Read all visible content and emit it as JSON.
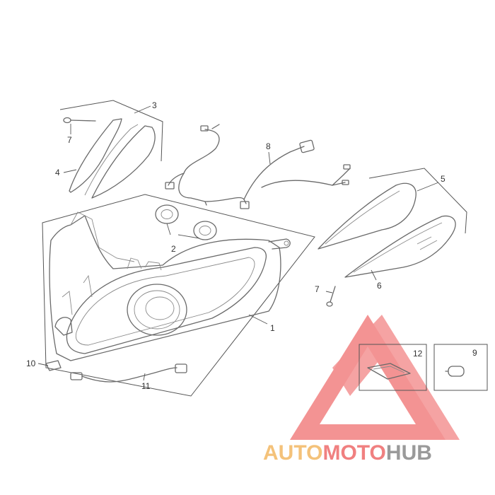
{
  "callouts": {
    "c1": "1",
    "c2": "2",
    "c3": "3",
    "c4": "4",
    "c5": "5",
    "c6": "6",
    "c7a": "7",
    "c7b": "7",
    "c8": "8",
    "c9": "9",
    "c10": "10",
    "c11": "11",
    "c12": "12"
  },
  "watermark": {
    "part1": "AUTO",
    "part2": "MOTO",
    "part3": "HUB",
    "colors": {
      "auto": "#f4c27a",
      "moto": "#f08080",
      "hub": "#9a9a9a",
      "triangle": "#f07070"
    }
  }
}
